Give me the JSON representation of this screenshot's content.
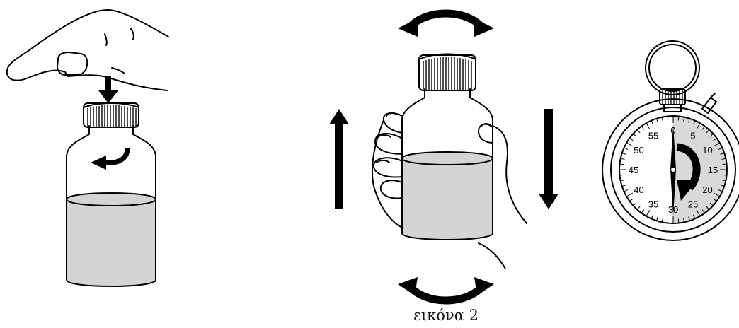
{
  "figure": {
    "caption": "εικόνα 2"
  },
  "colors": {
    "ink": "#000000",
    "liquid": "#d4d4d4",
    "dial_shade": "#d9d9d9",
    "background": "#ffffff"
  },
  "stopwatch": {
    "dial_labels": [
      "0",
      "5",
      "10",
      "15",
      "20",
      "25",
      "30",
      "35",
      "40",
      "45",
      "50",
      "55"
    ],
    "shaded_range_seconds": [
      0,
      30
    ]
  },
  "icons": {
    "panel_1": [
      "finger-press-icon",
      "down-arrow-icon",
      "curved-turn-arrow-icon",
      "vial-icon"
    ],
    "panel_2": [
      "rotate-top-arrow-icon",
      "rotate-bottom-arrow-icon",
      "up-arrow-icon",
      "down-arrow-icon",
      "hand-holding-vial-icon"
    ],
    "panel_3": [
      "stopwatch-icon"
    ]
  }
}
